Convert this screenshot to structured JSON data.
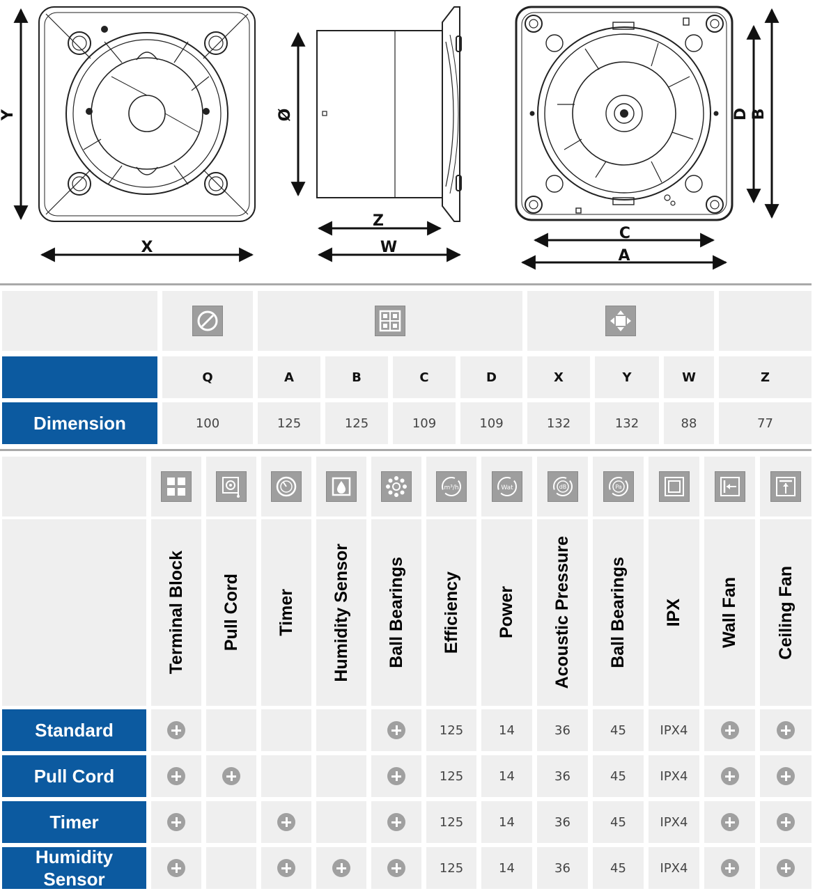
{
  "drawing_labels": {
    "front": {
      "width": "X",
      "height": "Y"
    },
    "side": {
      "diameter": "Ø",
      "depth_inner": "Z",
      "depth_outer": "W"
    },
    "back": {
      "inner_width": "C",
      "outer_width": "A",
      "inner_height": "D",
      "outer_height": "B"
    }
  },
  "dimension_table": {
    "icons": [
      "diameter-icon",
      "spacing-icon",
      "outer-size-icon"
    ],
    "headers": [
      "Q",
      "A",
      "B",
      "C",
      "D",
      "X",
      "Y",
      "W",
      "Z"
    ],
    "row_label": "Dimension",
    "values": [
      "100",
      "125",
      "125",
      "109",
      "109",
      "132",
      "132",
      "88",
      "77"
    ]
  },
  "feature_table": {
    "columns": [
      {
        "label": "Terminal Block",
        "icon": "terminal-block-icon"
      },
      {
        "label": "Pull Cord",
        "icon": "pull-cord-icon"
      },
      {
        "label": "Timer",
        "icon": "timer-icon"
      },
      {
        "label": "Humidity Sensor",
        "icon": "humidity-sensor-icon"
      },
      {
        "label": "Ball Bearings",
        "icon": "ball-bearings-icon"
      },
      {
        "label": "Efficiency",
        "icon": "efficiency-icon",
        "icon_text": "m³/h"
      },
      {
        "label": "Power",
        "icon": "power-icon",
        "icon_text": "Wat"
      },
      {
        "label": "Acoustic Pressure",
        "icon": "acoustic-pressure-icon",
        "icon_text": "dB"
      },
      {
        "label": "Ball Bearings",
        "icon": "pressure-icon",
        "icon_text": "Pa"
      },
      {
        "label": "IPX",
        "icon": "ipx-icon"
      },
      {
        "label": "Wall Fan",
        "icon": "wall-fan-icon"
      },
      {
        "label": "Ceiling Fan",
        "icon": "ceiling-fan-icon"
      }
    ],
    "rows": [
      {
        "label": "Standard",
        "cells": [
          "+",
          "",
          "",
          "",
          "+",
          "125",
          "14",
          "36",
          "45",
          "IPX4",
          "+",
          "+"
        ]
      },
      {
        "label": "Pull Cord",
        "cells": [
          "+",
          "+",
          "",
          "",
          "+",
          "125",
          "14",
          "36",
          "45",
          "IPX4",
          "+",
          "+"
        ]
      },
      {
        "label": "Timer",
        "cells": [
          "+",
          "",
          "+",
          "",
          "+",
          "125",
          "14",
          "36",
          "45",
          "IPX4",
          "+",
          "+"
        ]
      },
      {
        "label": "Humidity Sensor",
        "cells": [
          "+",
          "",
          "+",
          "+",
          "+",
          "125",
          "14",
          "36",
          "45",
          "IPX4",
          "+",
          "+"
        ]
      }
    ]
  },
  "colors": {
    "accent": "#0c5aa0",
    "cell_bg": "#efefef",
    "icon_bg": "#9e9e9e",
    "plus_bg": "#a0a0a0"
  }
}
